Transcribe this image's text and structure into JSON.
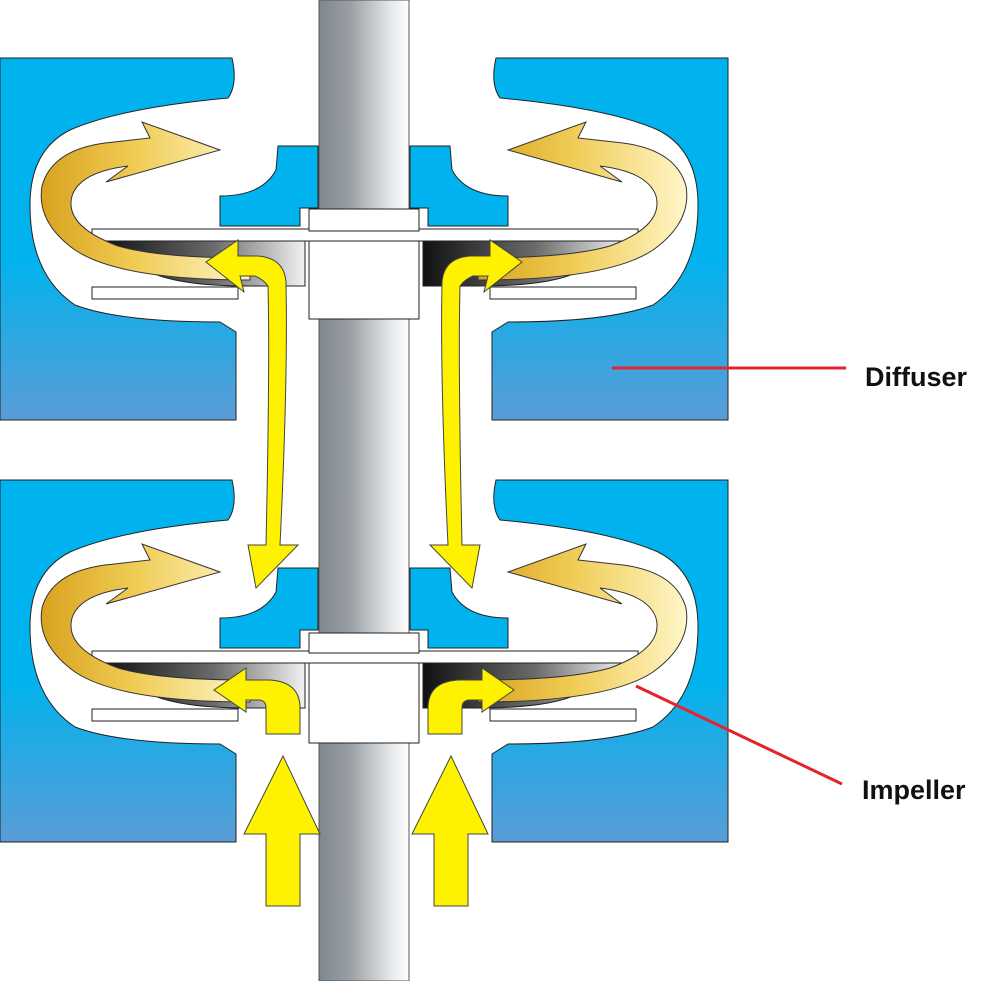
{
  "labels": {
    "diffuser": "Diffuser",
    "impeller": "Impeller"
  },
  "colors": {
    "casing_top": "#00b3ee",
    "casing_bottom": "#5a9cd6",
    "flow_arrow": "#fff200",
    "return_arrow_dark": "#d9a21e",
    "return_arrow_light": "#fff6c8",
    "leader_line": "#e3242b",
    "shaft_dark": "#7f868c",
    "shaft_light": "#ffffff"
  },
  "diagram": {
    "stages": 2,
    "components": [
      "shaft",
      "impeller",
      "diffuser",
      "flow-arrows"
    ]
  }
}
